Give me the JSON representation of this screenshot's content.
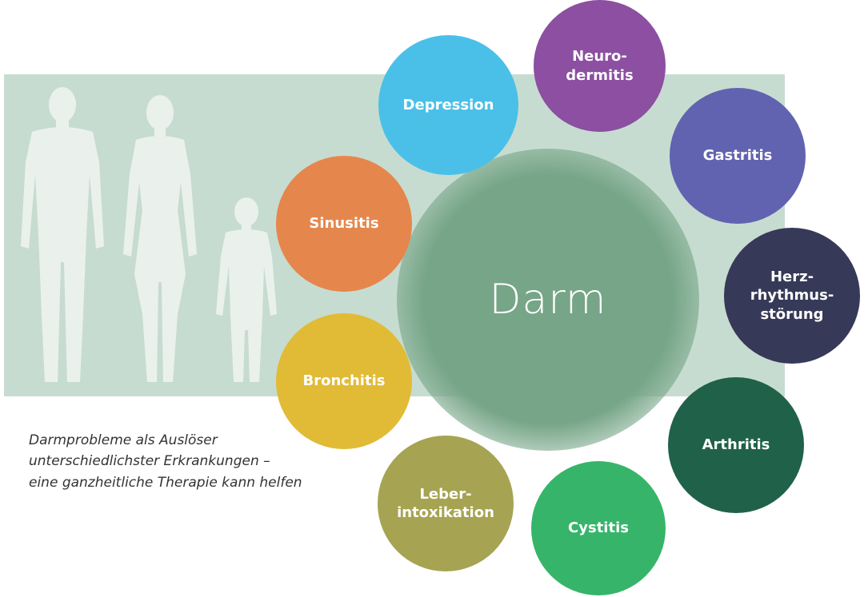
{
  "center": {
    "label": "Darm",
    "color": "#76a587"
  },
  "panel_color": "#c7dcd0",
  "silhouette_color": "#eaf1ec",
  "caption": {
    "line1": "Darmprobleme als Auslöser",
    "line2": "unterschiedlichster Erkrankungen –",
    "line3": "eine ganzheitliche Therapie kann helfen"
  },
  "conditions": [
    {
      "label": "Depression",
      "color": "#4ac0e8"
    },
    {
      "label": "Neuro-\ndermitis",
      "color": "#8c4fa1"
    },
    {
      "label": "Gastritis",
      "color": "#6163b0"
    },
    {
      "label": "Herz-\nrhythmus-\nstörung",
      "color": "#363a58"
    },
    {
      "label": "Arthritis",
      "color": "#20614a"
    },
    {
      "label": "Cystitis",
      "color": "#36b56a"
    },
    {
      "label": "Leber-\nintoxikation",
      "color": "#a6a452"
    },
    {
      "label": "Bronchitis",
      "color": "#e1bb36"
    },
    {
      "label": "Sinusitis",
      "color": "#e5874d"
    }
  ]
}
